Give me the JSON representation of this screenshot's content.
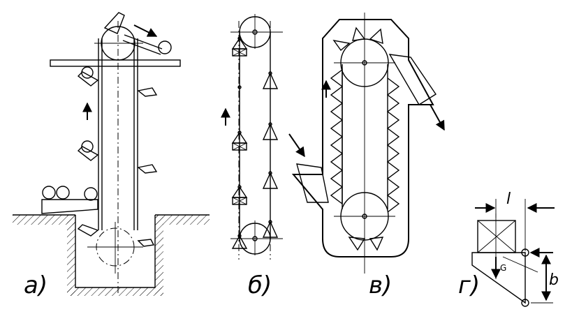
{
  "figure": {
    "captions": {
      "a": "а)",
      "b": "б)",
      "c": "в)",
      "d": "г)"
    },
    "labels": {
      "l": "l",
      "b": "b",
      "G": "G"
    }
  }
}
